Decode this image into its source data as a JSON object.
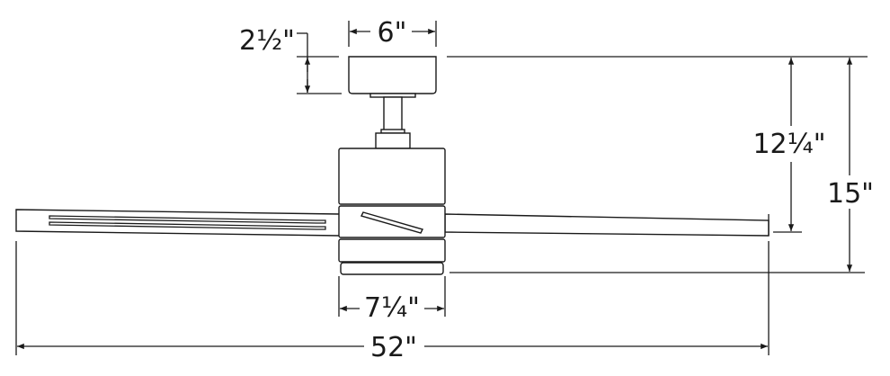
{
  "dimensions": {
    "canopy_width": "6\"",
    "canopy_height": "2½\"",
    "fan_height_no_light": "12¼\"",
    "overall_height": "15\"",
    "motor_width": "7¼\"",
    "blade_span": "52\""
  }
}
